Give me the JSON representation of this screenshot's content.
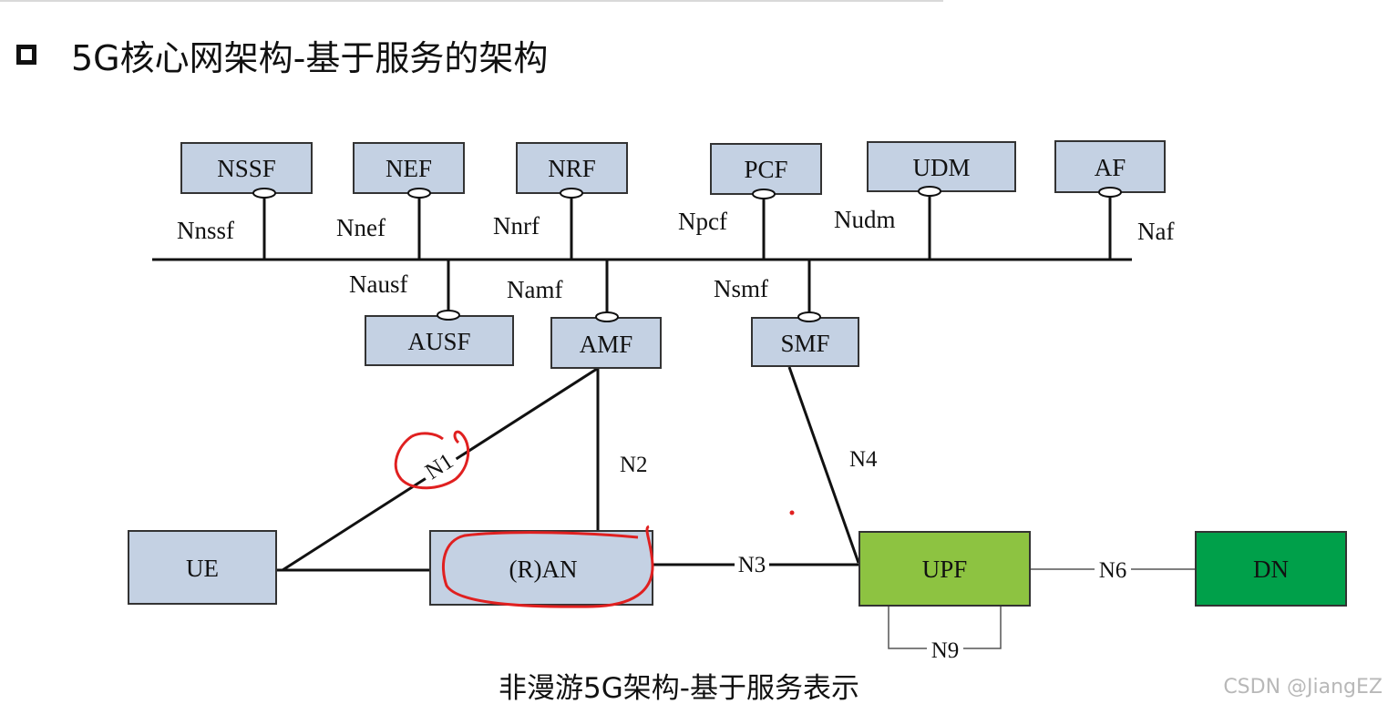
{
  "title": "5G核心网架构-基于服务的架构",
  "caption": "非漫游5G架构-基于服务表示",
  "watermark": "CSDN @JiangEZ",
  "colors": {
    "nf_fill": "#c4d1e3",
    "upf_fill": "#8dc341",
    "dn_fill": "#00a04a",
    "annotation": "#e02020"
  },
  "functions": {
    "nssf": "NSSF",
    "nef": "NEF",
    "nrf": "NRF",
    "pcf": "PCF",
    "udm": "UDM",
    "af": "AF",
    "ausf": "AUSF",
    "amf": "AMF",
    "smf": "SMF",
    "ue": "UE",
    "ran": "(R)AN",
    "upf": "UPF",
    "dn": "DN"
  },
  "interfaces": {
    "nnssf": "Nnssf",
    "nnef": "Nnef",
    "nnrf": "Nnrf",
    "npcf": "Npcf",
    "nudm": "Nudm",
    "naf": "Naf",
    "nausf": "Nausf",
    "namf": "Namf",
    "nsmf": "Nsmf"
  },
  "reference_points": {
    "n1": "N1",
    "n2": "N2",
    "n3": "N3",
    "n4": "N4",
    "n6": "N6",
    "n9": "N9"
  }
}
